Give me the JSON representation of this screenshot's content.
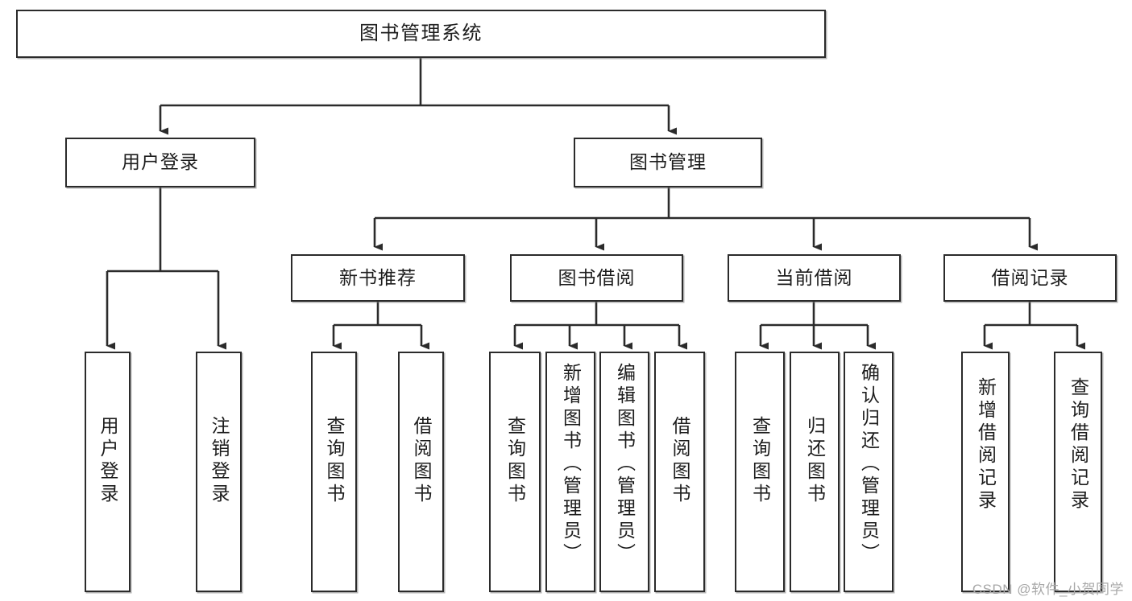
{
  "diagram": {
    "title": "图书管理系统",
    "type": "tree-hierarchy",
    "watermark": "CSDN @软件_小贺同学",
    "line_color": "#2b2b2b",
    "box_fill": "#ffffff",
    "text_color": "#1d1d1d"
  },
  "nodes": {
    "root": {
      "label": "图书管理系统"
    },
    "level1": [
      {
        "id": "user-login",
        "label": "用户登录"
      },
      {
        "id": "book-manage",
        "label": "图书管理"
      }
    ],
    "level2": [
      {
        "id": "new-book-rec",
        "label": "新书推荐"
      },
      {
        "id": "book-borrow",
        "label": "图书借阅"
      },
      {
        "id": "current-borrow",
        "label": "当前借阅"
      },
      {
        "id": "borrow-record",
        "label": "借阅记录"
      }
    ],
    "leaves": {
      "user_login": [
        {
          "id": "leaf-user-login",
          "label": "用户登录"
        },
        {
          "id": "leaf-logout-login",
          "label": "注销登录"
        }
      ],
      "new_book_rec": [
        {
          "id": "leaf-query-book-1",
          "label": "查询图书"
        },
        {
          "id": "leaf-borrow-book-1",
          "label": "借阅图书"
        }
      ],
      "book_borrow": [
        {
          "id": "leaf-query-book-2",
          "label": "查询图书"
        },
        {
          "id": "leaf-add-book",
          "label": "新增图书（管理员）"
        },
        {
          "id": "leaf-edit-book",
          "label": "编辑图书（管理员）"
        },
        {
          "id": "leaf-borrow-book-2",
          "label": "借阅图书"
        }
      ],
      "current_borrow": [
        {
          "id": "leaf-query-book-3",
          "label": "查询图书"
        },
        {
          "id": "leaf-return-book",
          "label": "归还图书"
        },
        {
          "id": "leaf-confirm-return",
          "label": "确认归还（管理员）"
        }
      ],
      "borrow_record": [
        {
          "id": "leaf-add-record",
          "label": "新增借阅记录"
        },
        {
          "id": "leaf-query-record",
          "label": "查询借阅记录"
        }
      ]
    }
  }
}
